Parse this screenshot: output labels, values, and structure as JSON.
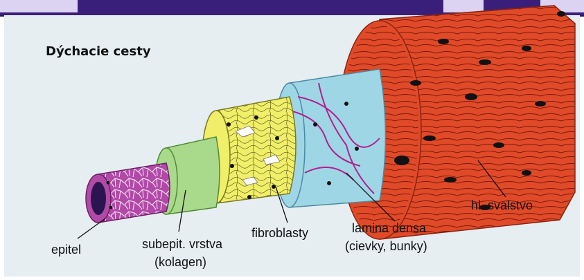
{
  "title": "Dýchacie cesty",
  "labels": {
    "epitel": "epitel",
    "subepit_line1": "subepit. vrstva",
    "subepit_line2": "(kolagen)",
    "fibroblasty": "fibroblasty",
    "lamina_line1": "lamina densa",
    "lamina_line2": "(cievky, bunky)",
    "svalstvo": "hl. svalstvo"
  },
  "colors": {
    "epitel": "#b04aa6",
    "subepit": "#a9d98b",
    "fibroblasty": "#f1ee6a",
    "lamina": "#9fd6e6",
    "svalstvo": "#e04a28",
    "vessel": "#b0208e",
    "banner": "#3a1f7a"
  }
}
